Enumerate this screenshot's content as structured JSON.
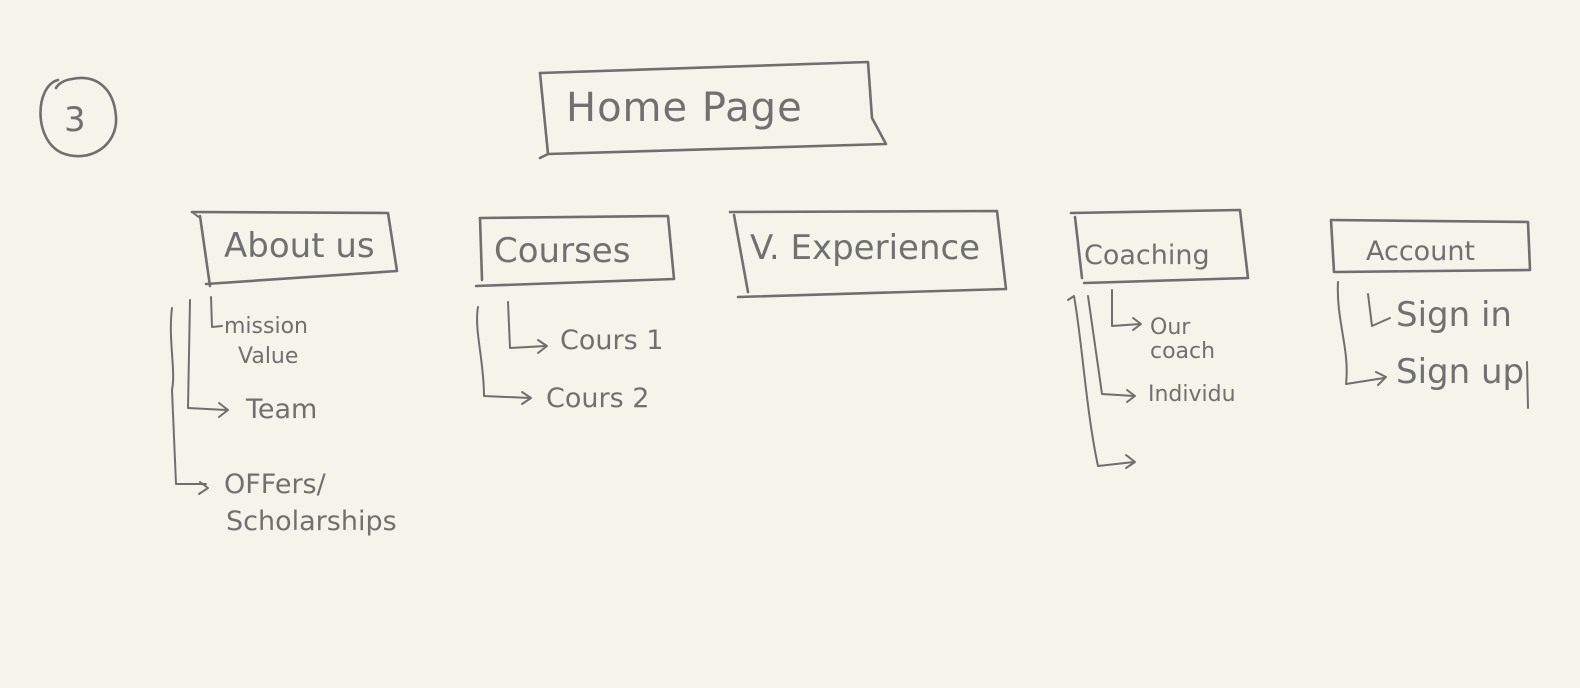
{
  "page_number": "3",
  "root": {
    "label": "Home Page"
  },
  "sections": [
    {
      "label": "About us",
      "children": [
        "mission",
        "Value",
        "Team",
        "OFFers/",
        "Scholarships"
      ]
    },
    {
      "label": "Courses",
      "children": [
        "Cours 1",
        "Cours 2"
      ]
    },
    {
      "label": "V. Experience",
      "children": []
    },
    {
      "label": "Coaching",
      "children": [
        "Our",
        "coach",
        "Individu"
      ]
    },
    {
      "label": "Account",
      "children": [
        "Sign in",
        "Sign up"
      ]
    }
  ],
  "colors": {
    "ink": "#6f6f6f",
    "paper": "#f4f4ea"
  }
}
